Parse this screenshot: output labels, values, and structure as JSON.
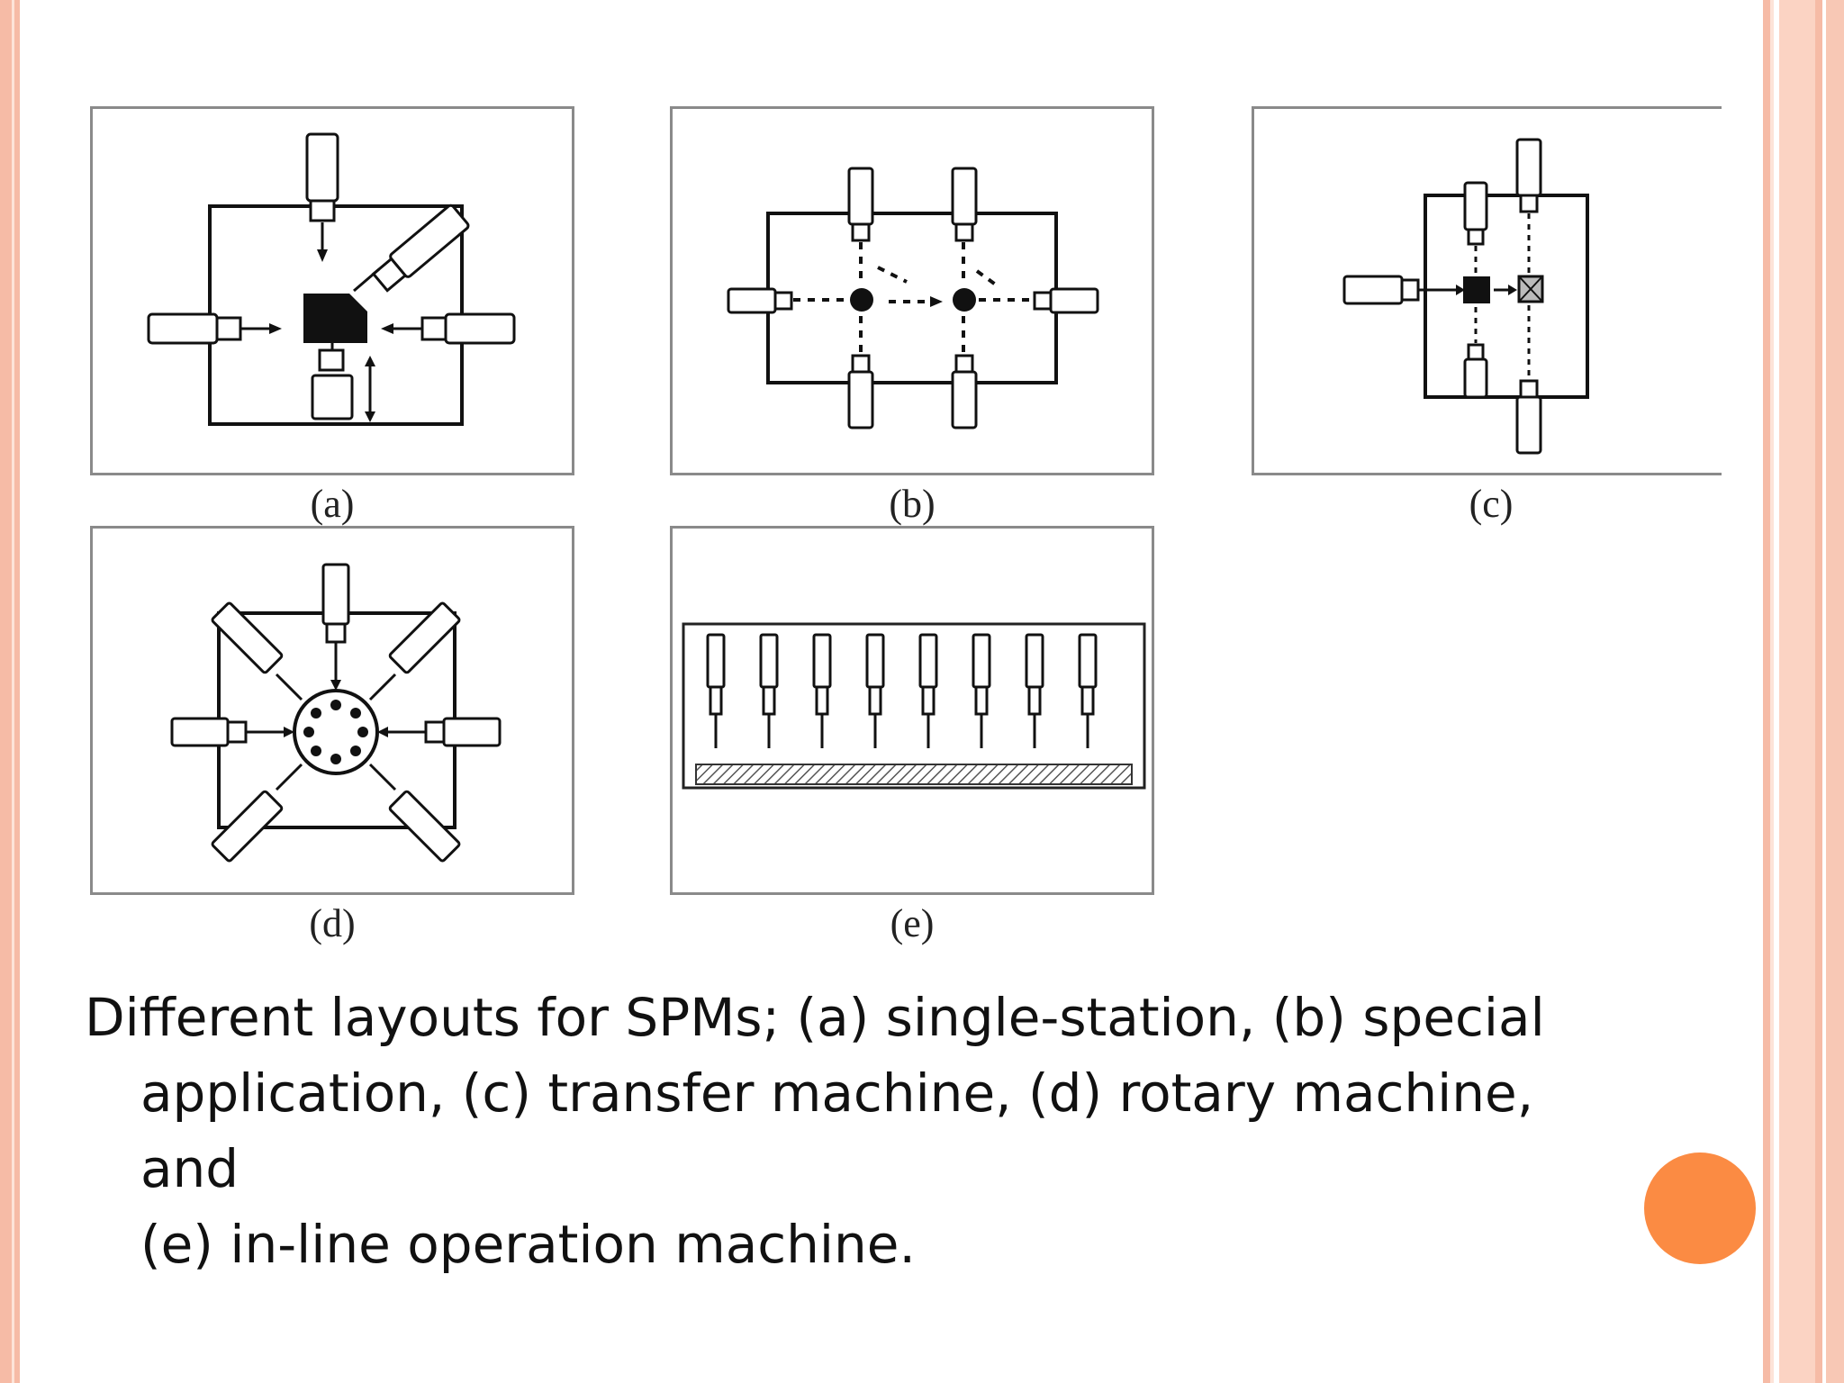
{
  "slide": {
    "caption_line1": "Different layouts for SPMs; (a) single-station, (b) special",
    "caption_line2": "application, (c) transfer machine, (d) rotary machine, and",
    "caption_line3": "(e) in-line operation machine."
  },
  "panels": [
    {
      "id": "a",
      "label": "(a)"
    },
    {
      "id": "b",
      "label": "(b)"
    },
    {
      "id": "c",
      "label": "(c)"
    },
    {
      "id": "d",
      "label": "(d)"
    },
    {
      "id": "e",
      "label": "(e)"
    }
  ],
  "theme": {
    "accent_orange": "#fb8b43",
    "stripe_peach": "#f6bba6",
    "panel_border": "#8a8a8a"
  }
}
